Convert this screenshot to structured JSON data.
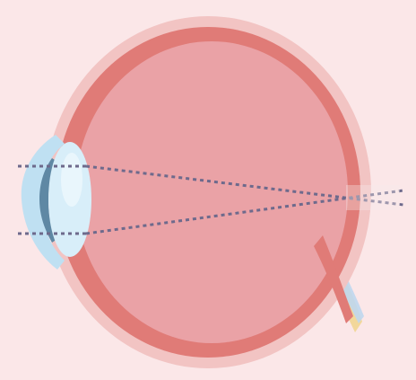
{
  "diagram": {
    "kind": "eye-cross-section",
    "condition_depicted": "myopia",
    "light_rays": 2,
    "focus_point": "beyond-retina-extension",
    "colors": {
      "background": "#fbe7e8",
      "sclera_outer": "#f2c4c3",
      "choroid_ring": "#e07b77",
      "vitreous": "#eaa2a6",
      "lens": "#d8eef9",
      "cornea": "#bfe0f2",
      "iris": "#5f88a4",
      "optic_nerve_yellow": "#f2d79a",
      "optic_nerve_blue": "#bfd7ee",
      "ray": "#6e6a8c"
    },
    "icons": [
      "eye-icon",
      "lens-icon",
      "optic-nerve-icon"
    ]
  }
}
